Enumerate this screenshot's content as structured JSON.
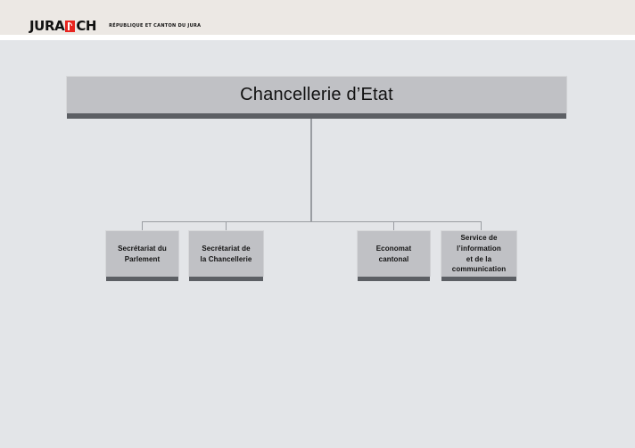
{
  "header": {
    "logo_word_1": "JURA",
    "logo_word_2": "CH",
    "emblem_icon": "jura-crozier-emblem",
    "tagline": "RÉPUBLIQUE ET CANTON DU JURA"
  },
  "chart": {
    "root": {
      "label": "Chancellerie d’Etat"
    },
    "children": [
      {
        "label": "Secrétariat du\nParlement"
      },
      {
        "label": "Secrétariat de\nla Chancellerie"
      },
      {
        "label": "Economat\ncantonal"
      },
      {
        "label": "Service de\nl’information\net de la\ncommunication"
      }
    ]
  },
  "colors": {
    "header_band": "#ece8e4",
    "page_background": "#e3e5e8",
    "node_fill": "#c0c1c5",
    "node_shadow": "#5c5f64",
    "connector": "#9a9da2",
    "emblem_red": "#e8241f"
  }
}
